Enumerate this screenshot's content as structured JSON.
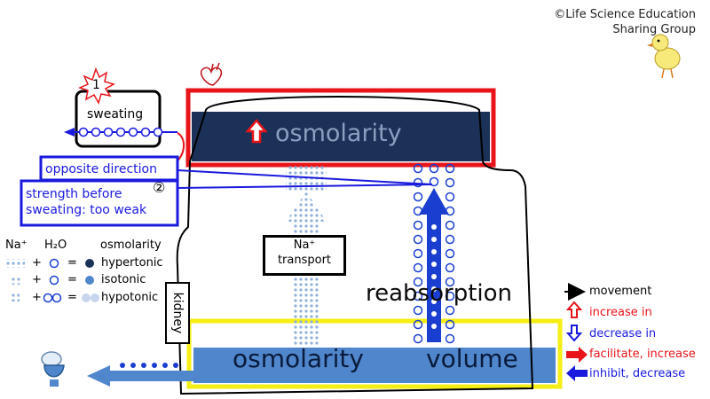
{
  "credit": {
    "line1": "©Life Science Education",
    "line2": "Sharing Group"
  },
  "blood": {
    "label": "osmolarity"
  },
  "sweating": {
    "label": "sweating",
    "badge": "1"
  },
  "opposite_direction": {
    "label": "opposite direction"
  },
  "strength": {
    "line1": "strength before",
    "line2": "sweating: too weak",
    "marker": "②"
  },
  "na_transport": {
    "line1": "Na⁺",
    "line2": "transport"
  },
  "reabsorption": {
    "label": "reabsorption"
  },
  "kidney": {
    "label": "kidney"
  },
  "urine": {
    "osmolarity_label": "osmolarity",
    "volume_label": "volume"
  },
  "solute_legend": {
    "col_na": "Na⁺",
    "col_h2o": "H₂O",
    "col_osm": "osmolarity",
    "rows": [
      {
        "plus": "+",
        "equals": "=",
        "result": "hypertonic"
      },
      {
        "plus": "+",
        "equals": "=",
        "result": "isotonic"
      },
      {
        "plus": "+",
        "equals": "=",
        "result": "hypotonic"
      }
    ]
  },
  "arrow_legend": {
    "items": [
      {
        "label": "movement",
        "color": "#000000"
      },
      {
        "label": "increase in",
        "color": "#e8141a"
      },
      {
        "label": "decrease in",
        "color": "#1a1adf"
      },
      {
        "label": "facilitate, increase",
        "color": "#e8141a"
      },
      {
        "label": "inhibit, decrease",
        "color": "#1a1adf"
      }
    ]
  },
  "colors": {
    "blood_fill": "#1b3157",
    "blood_border": "#e8141a",
    "urine_fill": "#4f86cc",
    "urine_border": "#f5ee14",
    "blue_line": "#1a1adf",
    "water_circle": "#1a3fd0",
    "na_dots": "#8fb0dc"
  }
}
